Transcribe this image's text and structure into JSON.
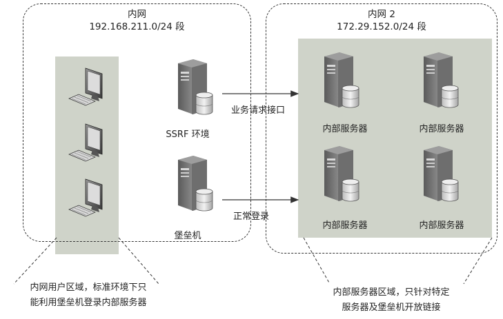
{
  "zones": [
    {
      "title_line1": "内网",
      "title_line2": "192.168.211.0/24 段"
    },
    {
      "title_line1": "内网 2",
      "title_line2": "172.29.152.0/24 段"
    }
  ],
  "nodes": {
    "ssrf": "SSRF 环境",
    "bastion": "堡垒机"
  },
  "arrows": {
    "business": "业务请求接口",
    "login": "正常登录"
  },
  "servers": [
    "内部服务器",
    "内部服务器",
    "内部服务器",
    "内部服务器"
  ],
  "notes": {
    "user_zone_line1": "内网用户区域，标准环境下只",
    "user_zone_line2": "能利用堡垒机登录内部服务器",
    "server_zone_line1": "内部服务器区域，只针对特定",
    "server_zone_line2": "服务器及堡垒机开放链接"
  },
  "colors": {
    "shade": "#cfd3c9",
    "server_body": "#6b6b6b",
    "line": "#333333"
  },
  "icons": [
    "monitor-icon",
    "keyboard-icon",
    "server-tower-icon",
    "database-icon"
  ]
}
